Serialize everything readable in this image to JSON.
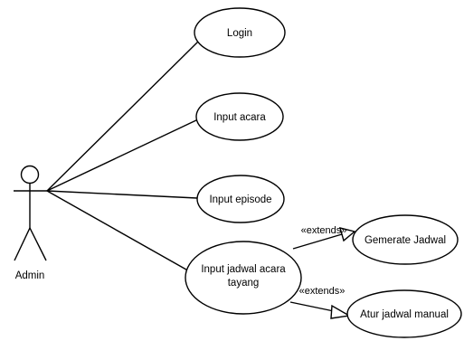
{
  "actor": {
    "name": "Admin"
  },
  "use_cases": {
    "login": "Login",
    "input_acara": "Input acara",
    "input_episode": "Input episode",
    "input_jadwal_line1": "Input jadwal acara",
    "input_jadwal_line2": "tayang",
    "generate_jadwal": "Gemerate Jadwal",
    "atur_jadwal": "Atur jadwal manual"
  },
  "relations": {
    "extends_1": "«extends»",
    "extends_2": "«extends»"
  }
}
